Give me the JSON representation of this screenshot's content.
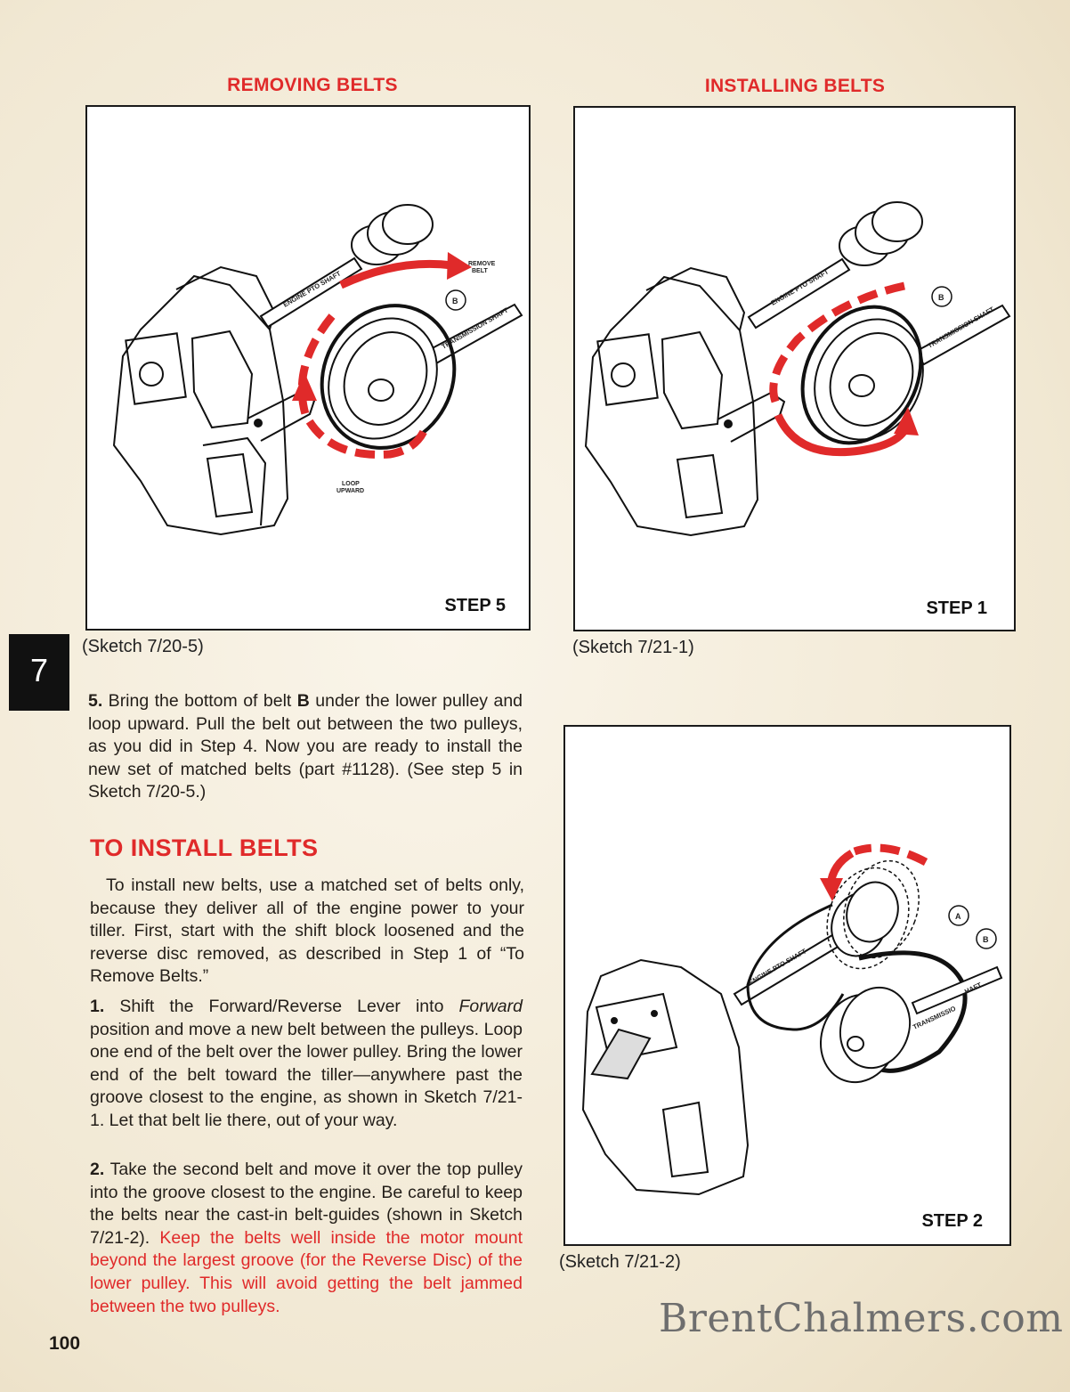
{
  "headings": {
    "removing": "REMOVING BELTS",
    "installing": "INSTALLING BELTS"
  },
  "figures": {
    "step5": {
      "step": "STEP 5",
      "caption": "(Sketch 7/20-5)",
      "labels": {
        "engine_shaft": "ENGINE PTO SHAFT",
        "transmission_shaft": "TRANSMISSION SHAFT",
        "remove": "REMOVE",
        "belt": "BELT",
        "loop": "LOOP",
        "upward": "UPWARD",
        "b": "B"
      }
    },
    "step1": {
      "step": "STEP 1",
      "caption": "(Sketch 7/21-1)",
      "labels": {
        "engine_shaft": "ENGINE PTO SHAFT",
        "transmission_shaft": "TRANSMISSION SHAFT",
        "b": "B"
      }
    },
    "step2": {
      "step": "STEP 2",
      "caption": "(Sketch 7/21-2)",
      "labels": {
        "engine_shaft": "ENGINE PTO SHAFT",
        "transmission_shaft_part1": "TRANSMISSIO",
        "transmission_shaft_part2": "HAFT",
        "a": "A",
        "b": "B"
      }
    }
  },
  "chapter_tab": "7",
  "step5_para": {
    "num": "5.",
    "text_a": " Bring the bottom of belt ",
    "bold_b": "B",
    "text_b": " under the lower pulley and loop upward. Pull the belt out between the two pulleys, as you did in Step 4. Now you are ready to install the new set of matched belts (part #1128). (See step 5 in Sketch 7/20-5.)"
  },
  "section_title": "TO INSTALL BELTS",
  "intro_para": "To install new belts, use a matched set of belts only, because they deliver all of the engine power to your tiller. First, start with the shift block loosened and the reverse disc removed, as described in Step 1 of “To Remove Belts.”",
  "step1_para": {
    "num": "1.",
    "text_a": " Shift the Forward/Reverse Lever into ",
    "italic": "Forward",
    "text_b": " position and move a new belt between the pulleys. Loop one end of the belt over the lower pulley. Bring the lower end of the belt toward the tiller—anywhere past the groove closest to the engine, as shown in Sketch 7/21-1. Let that belt lie there, out of your way."
  },
  "step2_para": {
    "num": "2.",
    "text_a": " Take the second belt and move it over the top pulley into the groove closest to the engine. Be careful to keep the belts near the cast-in belt-guides (shown in Sketch 7/21-2). ",
    "red": "Keep the belts well inside the motor  mount beyond the largest groove (for the Reverse Disc) of the lower pulley. This will avoid getting the belt jammed between the two pulleys."
  },
  "page_number": "100",
  "watermark": "BrentChalmers.com",
  "colors": {
    "accent_red": "#e02a2a",
    "paper": "#f3ecdb",
    "ink": "#1e1a16"
  }
}
